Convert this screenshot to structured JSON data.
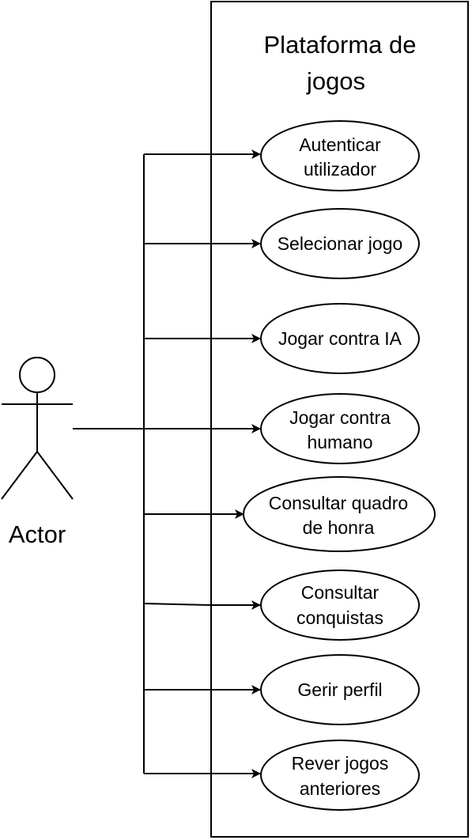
{
  "system": {
    "title_line1": "Plataforma de",
    "title_line2": "jogos"
  },
  "actor": {
    "label": "Actor"
  },
  "use_cases": [
    {
      "line1": "Autenticar",
      "line2": "utilizador"
    },
    {
      "line1": "Selecionar jogo",
      "line2": ""
    },
    {
      "line1": "Jogar contra IA",
      "line2": ""
    },
    {
      "line1": "Jogar contra",
      "line2": "humano"
    },
    {
      "line1": "Consultar quadro",
      "line2": "de honra"
    },
    {
      "line1": "Consultar",
      "line2": "conquistas"
    },
    {
      "line1": "Gerir perfil",
      "line2": ""
    },
    {
      "line1": "Rever jogos",
      "line2": "anteriores"
    }
  ]
}
